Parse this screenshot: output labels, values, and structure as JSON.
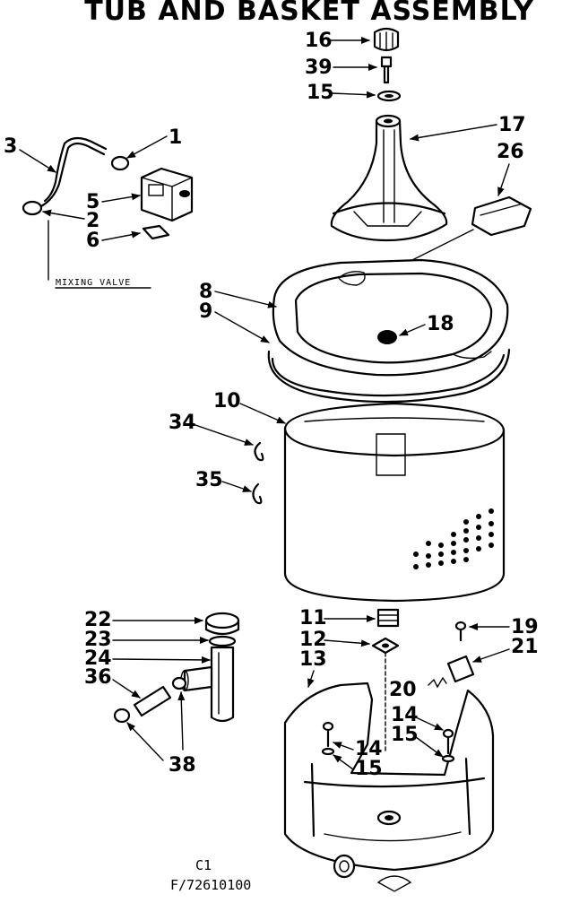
{
  "title": "TUB AND BASKET ASSEMBLY",
  "mixing_valve_label": "MIXING VALVE",
  "footer": {
    "line1": "C1",
    "line2": "F/72610100"
  },
  "callouts": {
    "c1": "1",
    "c2": "2",
    "c3": "3",
    "c5": "5",
    "c6": "6",
    "c8": "8",
    "c9": "9",
    "c10": "10",
    "c11": "11",
    "c12": "12",
    "c13": "13",
    "c14a": "14",
    "c14b": "14",
    "c15a": "15",
    "c15b": "15",
    "c15c": "15",
    "c16": "16",
    "c17": "17",
    "c18": "18",
    "c19": "19",
    "c20": "20",
    "c21": "21",
    "c22": "22",
    "c23": "23",
    "c24": "24",
    "c26": "26",
    "c34": "34",
    "c35": "35",
    "c36": "36",
    "c38": "38",
    "c39": "39"
  }
}
